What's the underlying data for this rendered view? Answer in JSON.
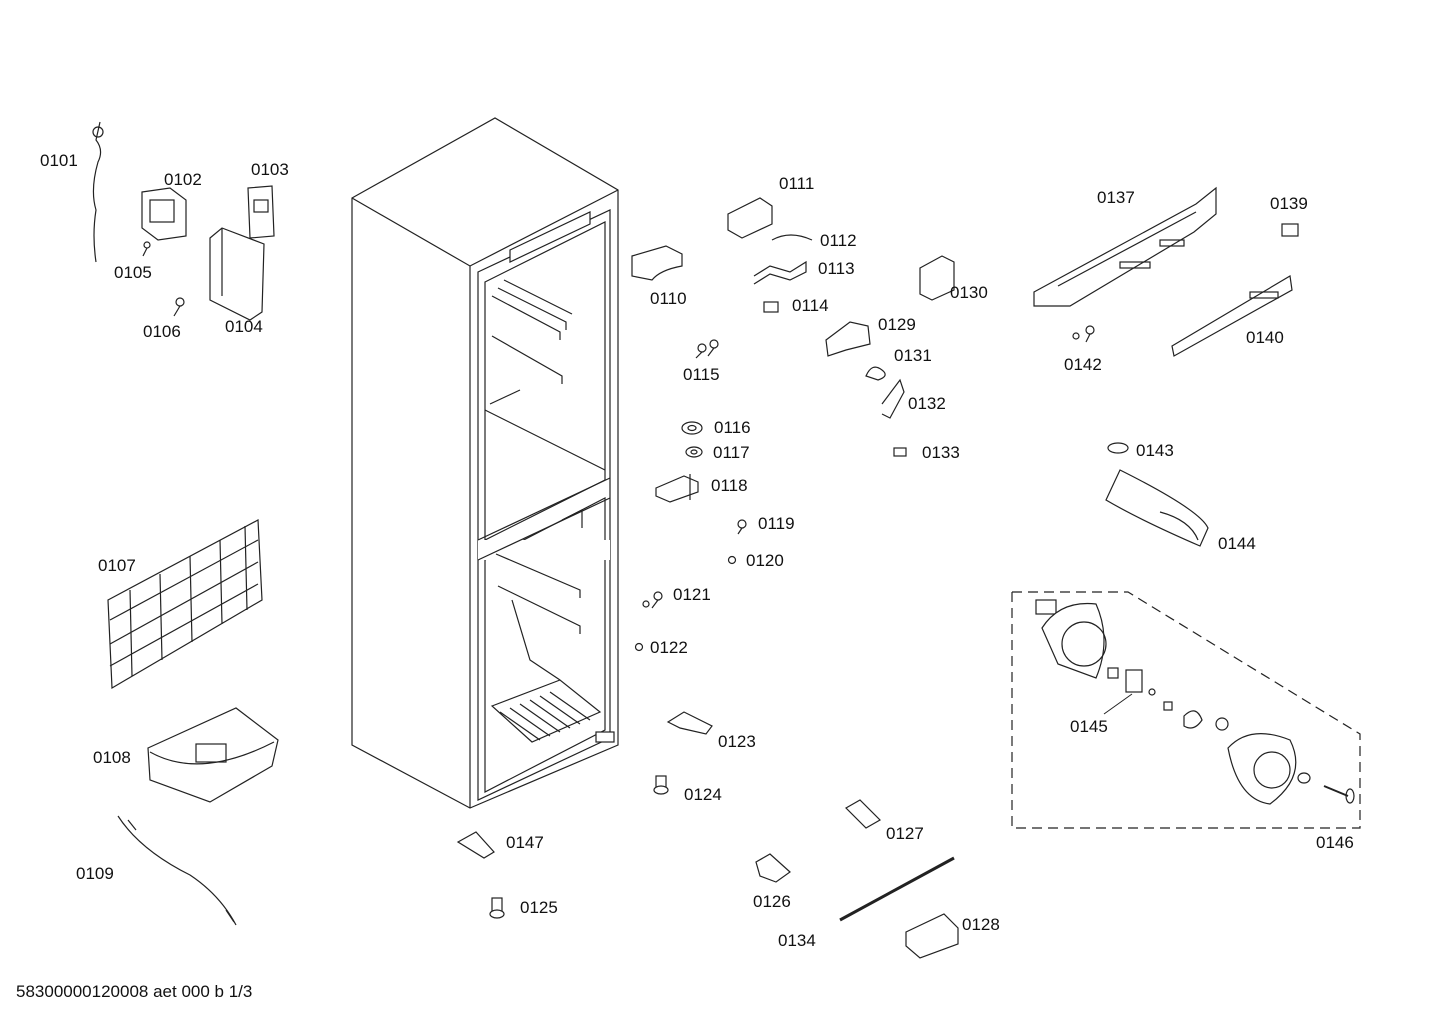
{
  "labels": {
    "p0101": "0101",
    "p0102": "0102",
    "p0103": "0103",
    "p0104": "0104",
    "p0105": "0105",
    "p0106": "0106",
    "p0107": "0107",
    "p0108": "0108",
    "p0109": "0109",
    "p0110": "0110",
    "p0111": "0111",
    "p0112": "0112",
    "p0113": "0113",
    "p0114": "0114",
    "p0115": "0115",
    "p0116": "0116",
    "p0117": "0117",
    "p0118": "0118",
    "p0119": "0119",
    "p0120": "0120",
    "p0121": "0121",
    "p0122": "0122",
    "p0123": "0123",
    "p0124": "0124",
    "p0125": "0125",
    "p0126": "0126",
    "p0127": "0127",
    "p0128": "0128",
    "p0129": "0129",
    "p0130": "0130",
    "p0131": "0131",
    "p0132": "0132",
    "p0133": "0133",
    "p0134": "0134",
    "p0137": "0137",
    "p0139": "0139",
    "p0140": "0140",
    "p0142": "0142",
    "p0143": "0143",
    "p0144": "0144",
    "p0145": "0145",
    "p0146": "0146",
    "p0147": "0147"
  },
  "footer": "58300000120008 aet 000 b 1/3"
}
